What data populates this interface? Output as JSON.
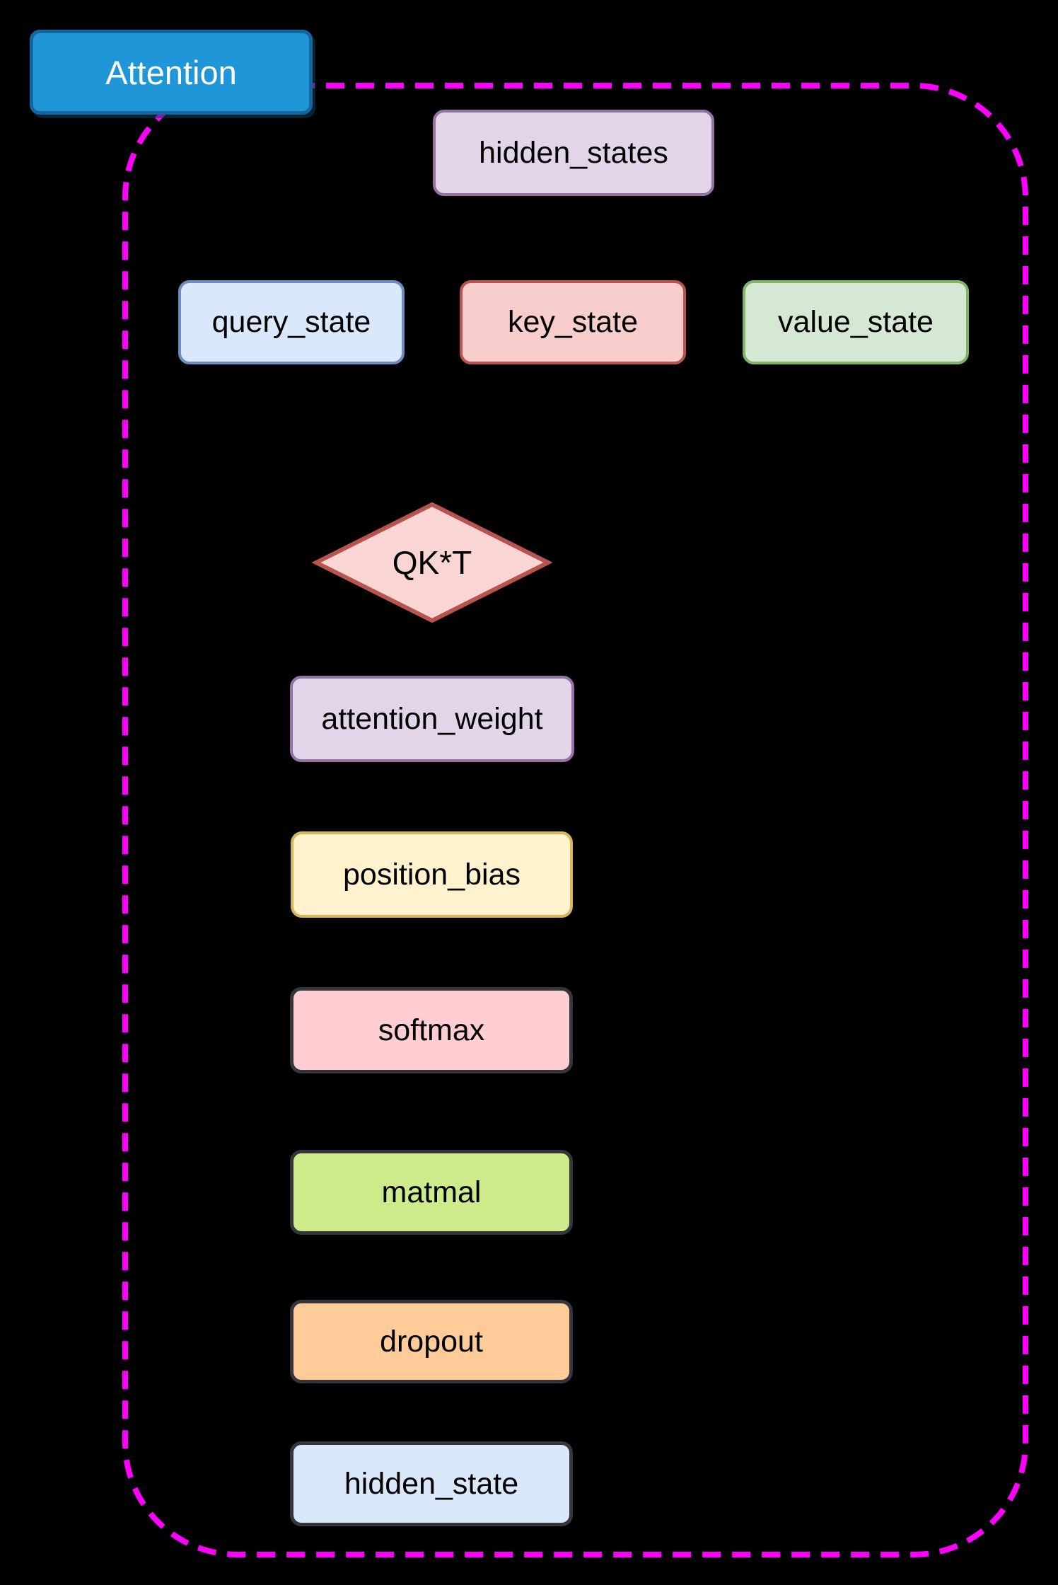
{
  "diagram": {
    "background_color": "#000000",
    "title": {
      "label": "Attention",
      "fill": "#1e96d8",
      "stroke": "#15679b",
      "text_color": "#ffffff"
    },
    "container": {
      "border_color": "#ff00ff",
      "border_style": "dashed"
    },
    "nodes": [
      {
        "id": "hidden_states",
        "label": "hidden_states",
        "shape": "rect",
        "fill": "#e1d5e7",
        "stroke": "#9673a6",
        "text_color": "#000000"
      },
      {
        "id": "query_state",
        "label": "query_state",
        "shape": "rect",
        "fill": "#dae8fc",
        "stroke": "#6c8ebf",
        "text_color": "#000000"
      },
      {
        "id": "key_state",
        "label": "key_state",
        "shape": "rect",
        "fill": "#f8cecc",
        "stroke": "#b85450",
        "text_color": "#000000"
      },
      {
        "id": "value_state",
        "label": "value_state",
        "shape": "rect",
        "fill": "#d5e8d4",
        "stroke": "#82b366",
        "text_color": "#000000"
      },
      {
        "id": "qkt",
        "label": "QK*T",
        "shape": "diamond",
        "fill": "#f9d6d4",
        "stroke": "#b85450",
        "text_color": "#000000"
      },
      {
        "id": "attention_weight",
        "label": "attention_weight",
        "shape": "rect",
        "fill": "#e1d5e7",
        "stroke": "#9673a6",
        "text_color": "#000000"
      },
      {
        "id": "position_bias",
        "label": "position_bias",
        "shape": "rect",
        "fill": "#fff2cc",
        "stroke": "#d6b656",
        "text_color": "#000000"
      },
      {
        "id": "softmax",
        "label": "softmax",
        "shape": "rect",
        "fill": "#ffcdd2",
        "stroke": "#33373c",
        "text_color": "#000000"
      },
      {
        "id": "matmal",
        "label": "matmal",
        "shape": "rect",
        "fill": "#cdeb8b",
        "stroke": "#33373c",
        "text_color": "#000000"
      },
      {
        "id": "dropout",
        "label": "dropout",
        "shape": "rect",
        "fill": "#ffcc99",
        "stroke": "#33373c",
        "text_color": "#000000"
      },
      {
        "id": "hidden_state",
        "label": "hidden_state",
        "shape": "rect",
        "fill": "#dae8fc",
        "stroke": "#33373c",
        "text_color": "#000000"
      }
    ]
  }
}
